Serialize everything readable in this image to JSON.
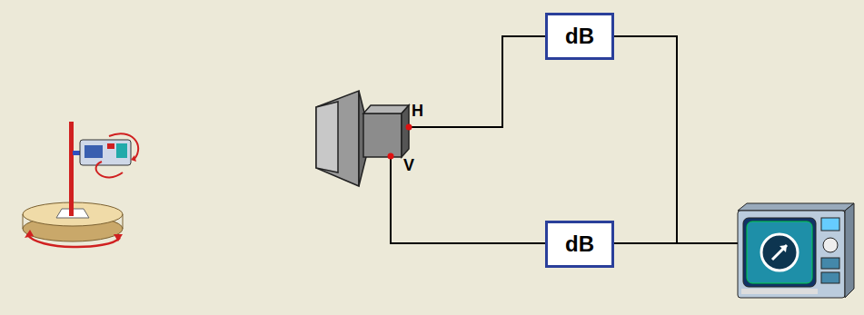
{
  "diagram": {
    "nodes": [
      {
        "text": [
          "dB"
        ]
      },
      {
        "text": [
          "dB"
        ]
      }
    ],
    "labels": [
      "H",
      "V"
    ]
  }
}
